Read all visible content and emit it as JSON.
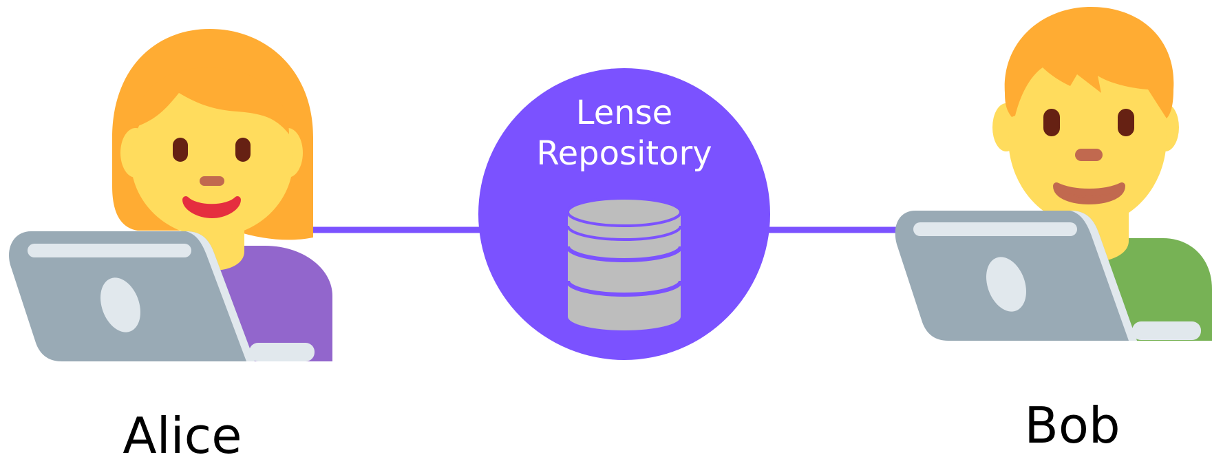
{
  "repository": {
    "title_line1": "Lense",
    "title_line2": "Repository"
  },
  "people": {
    "left_name": "Alice",
    "right_name": "Bob"
  },
  "colors": {
    "accent": "#7B52FF",
    "link_line": "#7B52FF",
    "database": "#BDBDBD",
    "hair": "#FFAC33",
    "skin": "#FFDC5D",
    "alice_shirt": "#9266CC",
    "bob_shirt": "#77B255",
    "laptop": "#99AAB5",
    "laptop_light": "#E1E8ED",
    "eyes": "#662113",
    "lips": "#E52E3F",
    "nose": "#C1694F"
  }
}
